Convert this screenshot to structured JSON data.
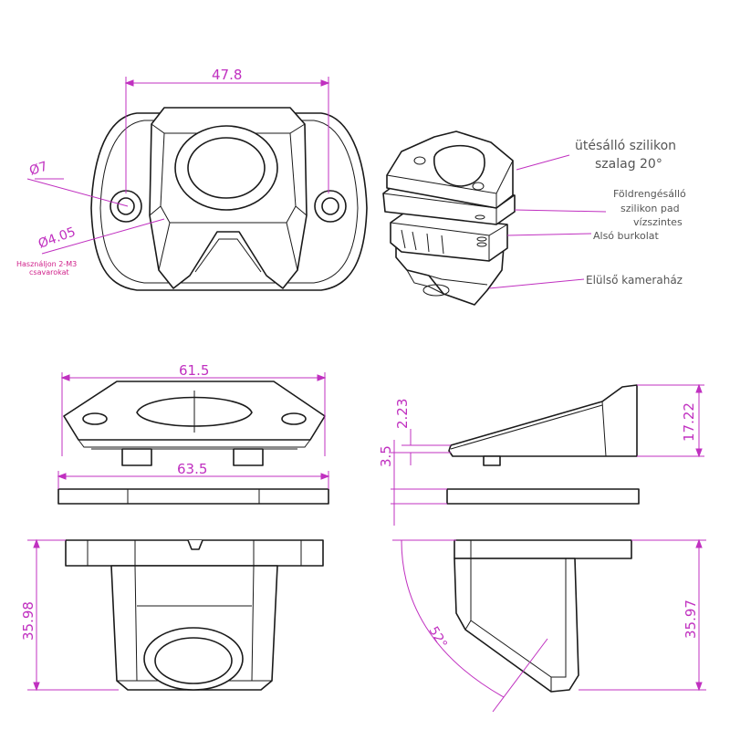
{
  "colors": {
    "dimension": "#c030c0",
    "outline": "#1a1a1a",
    "note_pink": "#d0208a",
    "label_gray": "#555555"
  },
  "dimensions": {
    "top_width": "47.8",
    "hole_outer": "Ø7",
    "hole_inner": "Ø4.05",
    "front_width": "61.5",
    "base_width": "63.5",
    "side_top": "2.23",
    "side_height": "17.22",
    "side_base": "3.5",
    "front_height": "35.98",
    "right_height": "35.97",
    "angle": "52°"
  },
  "notes": {
    "screw_line1": "Használjon 2-M3",
    "screw_line2": "csavarokat"
  },
  "callouts": {
    "tape_line1": "ütésálló szilikon",
    "tape_line2": "szalag 20°",
    "pad_line1": "Földrengésálló",
    "pad_line2": "szilikon pad",
    "pad_line3": "vízszintes",
    "bottom_cover": "Alsó burkolat",
    "front_housing": "Elülső kameraház"
  }
}
